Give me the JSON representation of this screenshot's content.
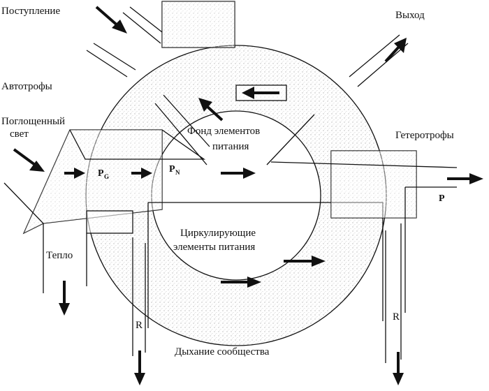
{
  "labels": {
    "input": "Поступление",
    "output": "Выход",
    "autotrophs": "Автотрофы",
    "absorbed_light_1": "Поглощенный",
    "absorbed_light_2": "свет",
    "nutrient_pool_1": "Фонд элементов",
    "nutrient_pool_2": "питания",
    "heterotrophs": "Гетеротрофы",
    "pg_main": "P",
    "pg_sub": "G",
    "pn_main": "P",
    "pn_sub": "N",
    "p_right": "P",
    "circulating_1": "Циркулирующие",
    "circulating_2": "элементы питания",
    "heat": "Тепло",
    "r_left": "R",
    "r_right": "R",
    "community_respiration": "Дыхание сообщества"
  },
  "colors": {
    "ink": "#111111",
    "stipple": "#b8b8b8",
    "background": "#ffffff"
  }
}
